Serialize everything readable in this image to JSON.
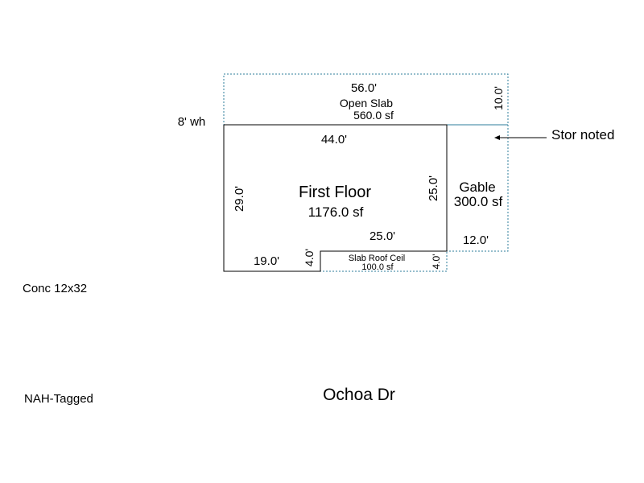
{
  "sketch": {
    "first_floor": {
      "name": "First Floor",
      "area": "1176.0 sf",
      "dim_top": "44.0'",
      "dim_left": "29.0'",
      "dim_right": "25.0'",
      "dim_inner_bottom": "25.0'",
      "dim_bottom": "19.0'",
      "dim_step": "4.0'"
    },
    "open_slab": {
      "dim_top": "56.0'",
      "name": "Open Slab",
      "area": "560.0 sf",
      "dim_right": "10.0'"
    },
    "gable": {
      "name": "Gable",
      "area": "300.0 sf",
      "dim_bottom": "12.0'"
    },
    "slab_roof_ceil": {
      "name": "Slab Roof Ceil",
      "area": "100.0 sf",
      "dim_right": "4.0'"
    }
  },
  "notes": {
    "wall_height": "8' wh",
    "stor_noted": "Stor noted",
    "conc": "Conc 12x32",
    "tagged": "NAH-Tagged",
    "street": "Ochoa Dr"
  },
  "colors": {
    "solid_line": "#000000",
    "dotted_line": "#2e7d9b"
  }
}
